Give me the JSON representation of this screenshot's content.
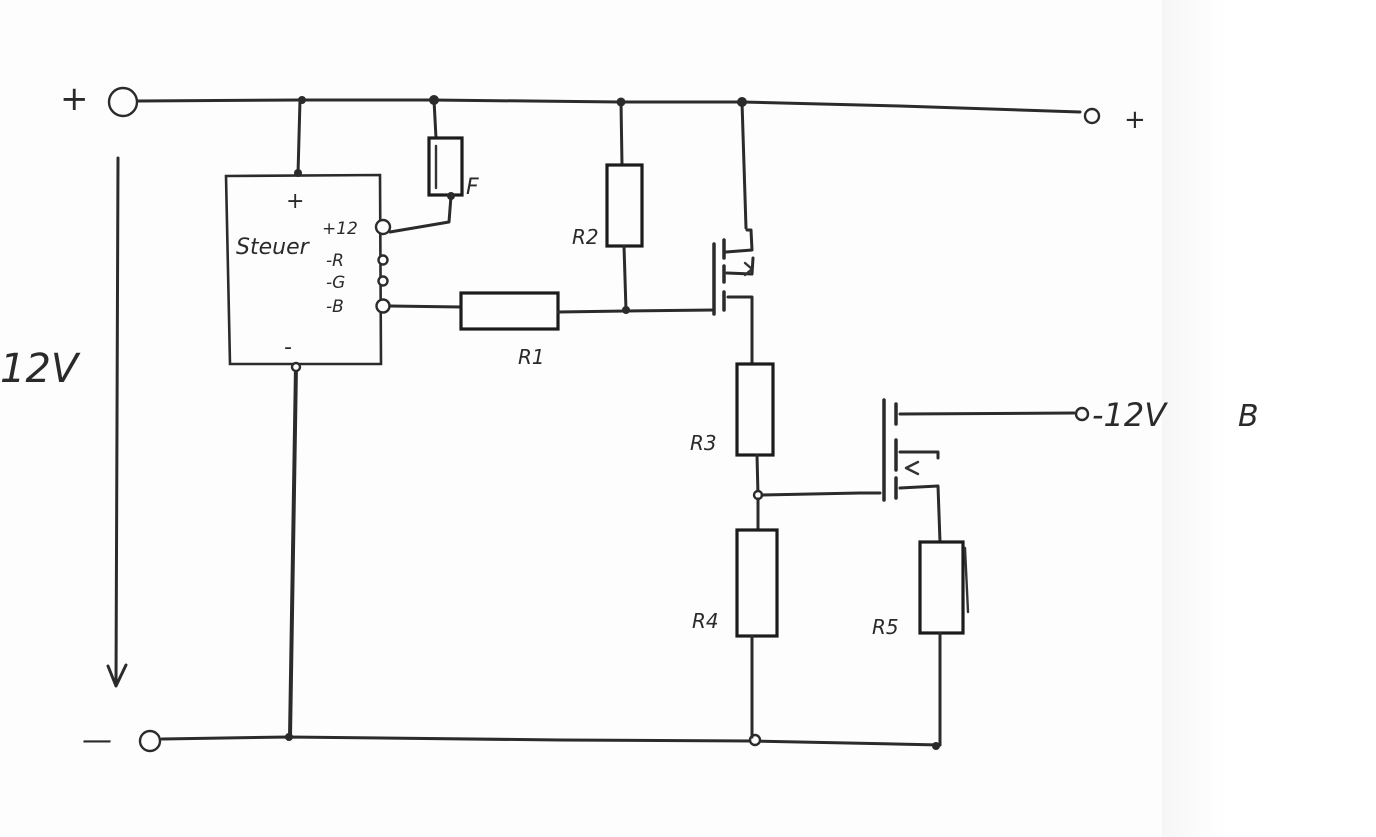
{
  "diagram": {
    "supply_in": {
      "plus_sign": "+",
      "minus_sign": "—"
    },
    "supply_out": {
      "plus_sign": "+"
    },
    "voltage_label": "12V",
    "controller": {
      "name": "Steuer",
      "plus": "+",
      "minus": "-",
      "pins": [
        "+12",
        "-R",
        "-G",
        "-B"
      ]
    },
    "fuse": "F",
    "resistors": [
      "R1",
      "R2",
      "R3",
      "R4",
      "R5"
    ],
    "output": {
      "voltage": "-12V",
      "channel": "B"
    }
  }
}
